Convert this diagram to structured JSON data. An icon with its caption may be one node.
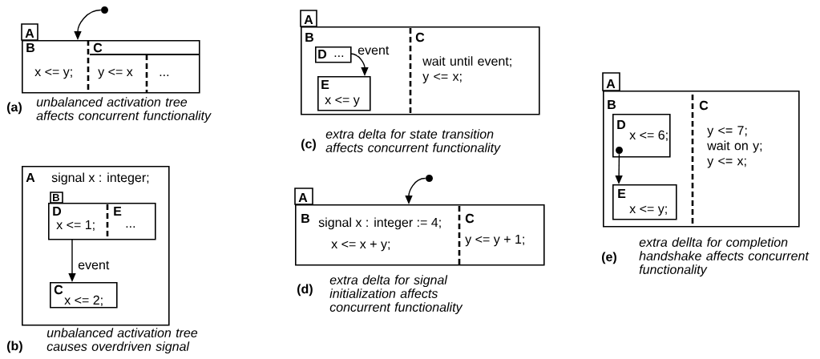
{
  "diagram": {
    "nodes": [
      {
        "text": [
          "A"
        ]
      },
      {
        "text": [
          "B",
          "x <= y;"
        ],
        "in": 0
      },
      {
        "text": [
          "C"
        ],
        "in": 0
      },
      {
        "text": [
          "y <= x"
        ],
        "in": 0
      },
      {
        "text": [
          "..."
        ],
        "in": 0
      },
      {
        "text": [
          "A",
          "signal x : integer;"
        ]
      },
      {
        "text": [
          "B"
        ],
        "in": 5
      },
      {
        "text": [
          "D",
          "x <= 1;"
        ],
        "in": 6
      },
      {
        "text": [
          "E",
          "..."
        ],
        "in": 6
      },
      {
        "text": [
          "C",
          "x <= 2;"
        ],
        "in": 5
      },
      {
        "text": [
          "A"
        ]
      },
      {
        "text": [
          "B"
        ],
        "in": 10
      },
      {
        "text": [
          "D",
          "..."
        ],
        "in": 10
      },
      {
        "text": [
          "E",
          "x <= y"
        ],
        "in": 10
      },
      {
        "text": [
          "C",
          "wait until event; y <= x;"
        ],
        "in": 10
      },
      {
        "text": [
          "A"
        ]
      },
      {
        "text": [
          "B",
          "signal x : integer := 4;",
          "x <= x + y;"
        ],
        "in": 15
      },
      {
        "text": [
          "C",
          "y <= y + 1;"
        ],
        "in": 15
      },
      {
        "text": [
          "A"
        ]
      },
      {
        "text": [
          "B"
        ],
        "in": 18
      },
      {
        "text": [
          "D",
          "x <= 6;"
        ],
        "in": 18
      },
      {
        "text": [
          "E",
          "x <= y;"
        ],
        "in": 18
      },
      {
        "text": [
          "C",
          "y <= 7; wait on y; y <= x;"
        ],
        "in": 18
      },
      {
        "text": [],
        "shape": "circle"
      },
      {
        "text": [],
        "shape": "circle"
      },
      {
        "text": [],
        "shape": "circle",
        "in": 20
      }
    ],
    "edges": [
      {
        "from": 23,
        "to": 0,
        "arrow": "to"
      },
      {
        "from": 6,
        "to": 9,
        "arrow": "to",
        "label": "event"
      },
      {
        "from": 12,
        "to": 13,
        "arrow": "to",
        "label": "event"
      },
      {
        "from": 24,
        "to": 15,
        "arrow": "to"
      },
      {
        "from": 25,
        "to": 21,
        "arrow": "to"
      }
    ],
    "labels": [
      "(a)",
      "unbalanced activation tree affects concurrent functionality",
      "(b)",
      "unbalanced activation tree causes overdriven signal",
      "(c)",
      "extra delta for state transition affects concurrent functionality",
      "(d)",
      "extra delta for signal initialization affects concurrent functionality",
      "(e)",
      "extra dellta for completion handshake affects concurrent functionality"
    ]
  }
}
